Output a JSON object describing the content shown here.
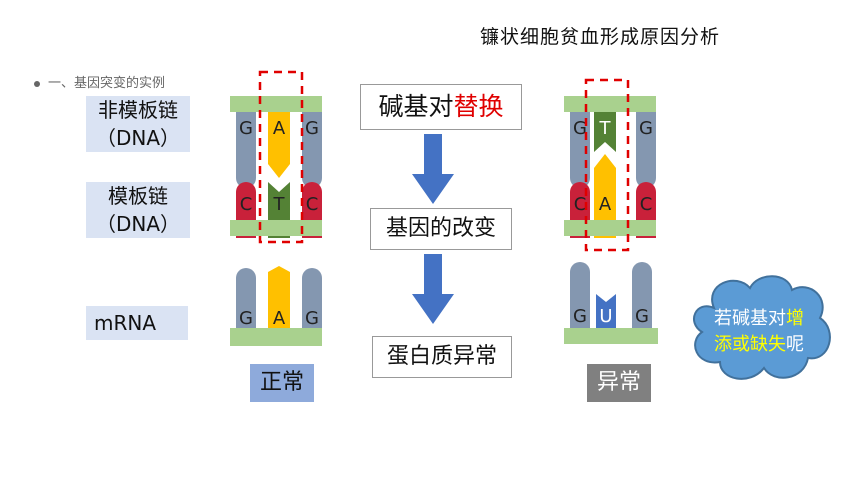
{
  "title": "镰状细胞贫血形成原因分析",
  "bullet": "一、基因突变的实例",
  "labels": {
    "non_template_line1": "非模板链",
    "non_template_line2": "（DNA）",
    "template_line1": "模板链",
    "template_line2": "（DNA）",
    "mrna": "mRNA"
  },
  "flow": {
    "step1_prefix": "碱基对",
    "step1_highlight": "替换",
    "step2": "基因的改变",
    "step3": "蛋白质异常"
  },
  "normal": {
    "tag": "正常",
    "non_template": [
      "G",
      "A",
      "G"
    ],
    "template": [
      "C",
      "T",
      "C"
    ],
    "mrna": [
      "G",
      "A",
      "G"
    ]
  },
  "abnormal": {
    "tag": "异常",
    "non_template": [
      "G",
      "T",
      "G"
    ],
    "template": [
      "C",
      "A",
      "C"
    ],
    "mrna": [
      "G",
      "U",
      "G"
    ]
  },
  "cloud": {
    "part1": "若碱基对",
    "part2": "增",
    "part3": "添或缺失",
    "part4": "呢"
  },
  "colors": {
    "backbone_green": "#a9d18e",
    "base_gray": "#8497b0",
    "base_red": "#c9213a",
    "base_yellow": "#ffc000",
    "base_darkgreen": "#548235",
    "base_blue": "#4472c4",
    "arrow_blue": "#4472c4",
    "dash_red": "#e00000",
    "cloud_blue": "#5b9bd5"
  }
}
